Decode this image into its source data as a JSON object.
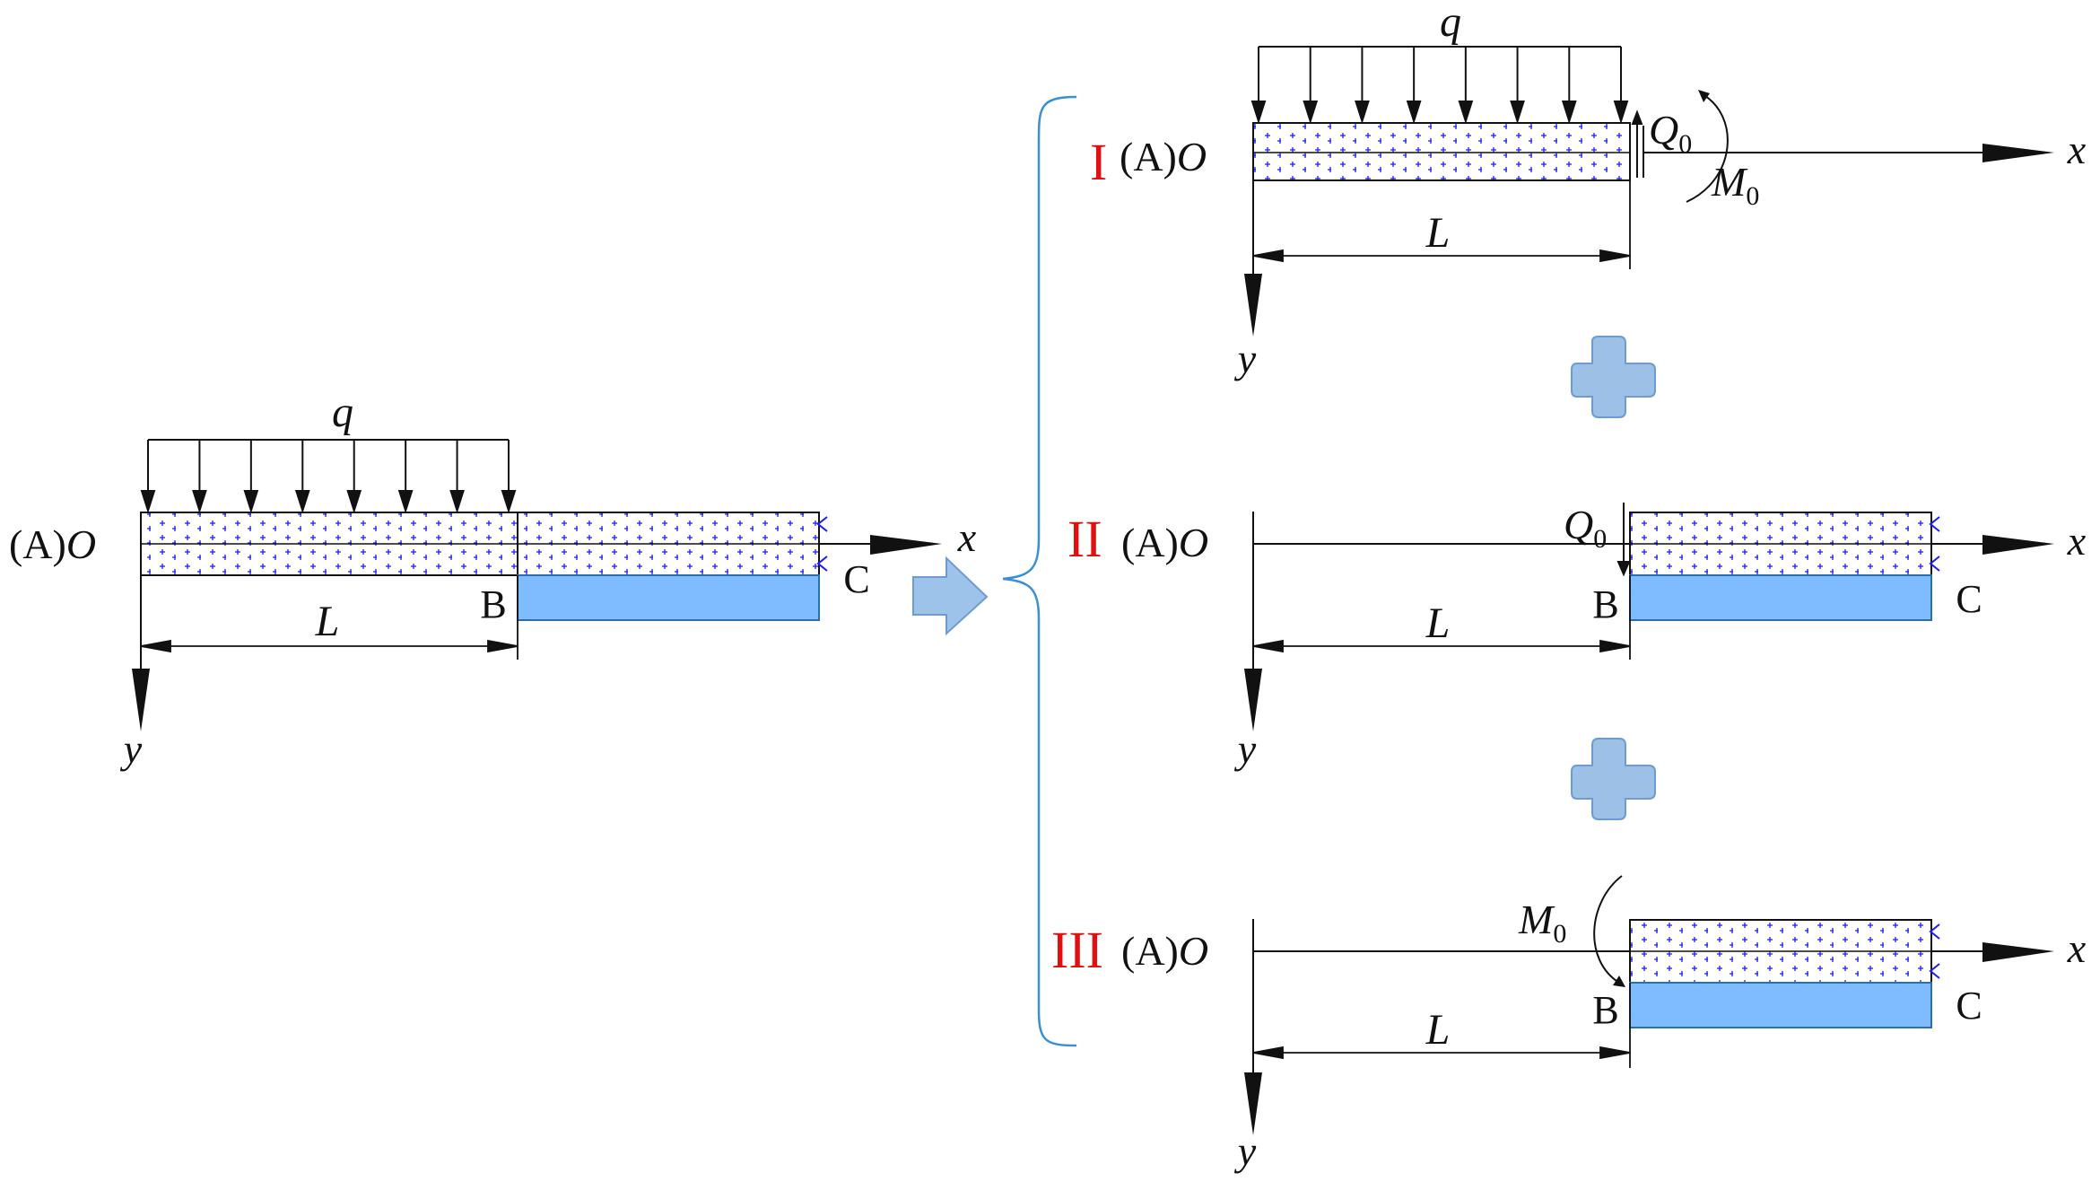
{
  "colors": {
    "line": "#111111",
    "grout_cross": "#1a1aff",
    "soil_fill": "#7fbcff",
    "soil_stroke": "#2f6fa8",
    "roman": "#e01010",
    "bracket": "#3a8fd6",
    "plus_fill": "#9cc0e6",
    "plus_stroke": "#6f9bd0",
    "arrow_fill": "#9ec3ea"
  },
  "labels": {
    "load": "q",
    "origin_prefix": "(A)",
    "origin": "O",
    "x_axis": "x",
    "y_axis": "y",
    "length": "L",
    "point_b": "B",
    "point_c": "C",
    "shear": "Q",
    "shear_sub": "0",
    "moment": "M",
    "moment_sub": "0"
  },
  "cases": {
    "one": "I",
    "two": "II",
    "three": "III"
  },
  "icons": {
    "transform": "right-arrow-icon",
    "superposition": "plus-icon",
    "group": "curly-brace"
  }
}
